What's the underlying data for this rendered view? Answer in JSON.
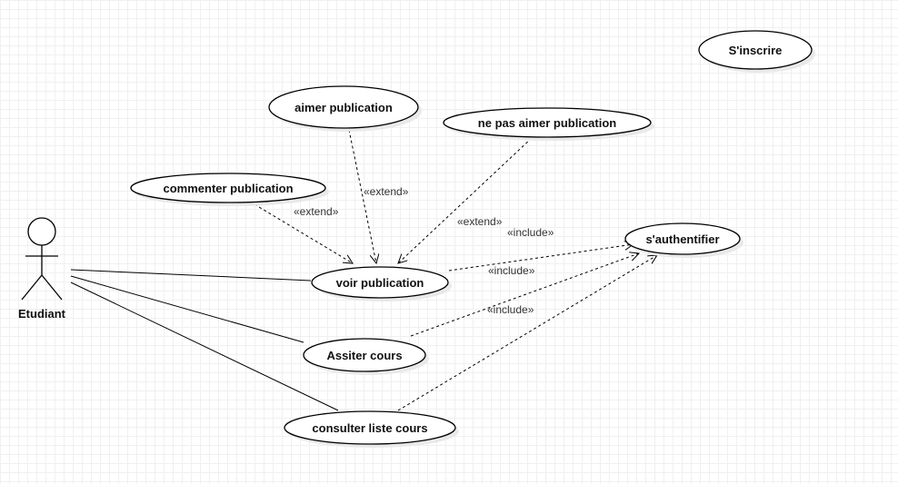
{
  "actor": {
    "name": "Etudiant"
  },
  "use_cases": {
    "sinscrire": "S'inscrire",
    "aimer": "aimer publication",
    "ne_pas_aimer": "ne pas aimer publication",
    "commenter": "commenter publication",
    "authentifier": "s'authentifier",
    "voir": "voir publication",
    "assister": "Assiter cours",
    "consulter": "consulter liste cours"
  },
  "relationships": {
    "commenter_extend": "«extend»",
    "aimer_extend": "«extend»",
    "ne_pas_aimer_extend": "«extend»",
    "voir_include": "«include»",
    "assister_include": "«include»",
    "consulter_include": "«include»"
  }
}
